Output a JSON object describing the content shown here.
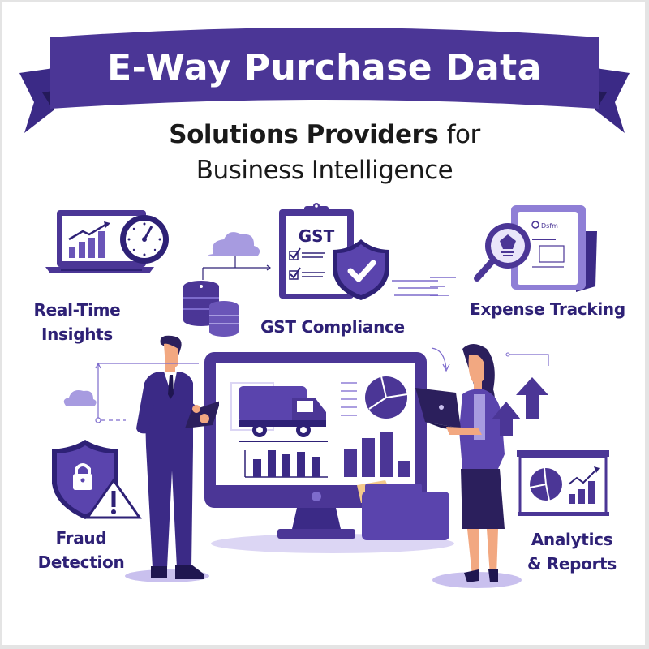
{
  "header": {
    "banner_title": "E-Way Purchase Data",
    "subtitle_bold": "Solutions Providers",
    "subtitle_light": "for",
    "subtitle_line2": "Business Intelligence"
  },
  "features": [
    {
      "label_line1": "Real-Time",
      "label_line2": "Insights",
      "icon": "laptop-chart-clock-icon"
    },
    {
      "label_line1": "GST Compliance",
      "label_line2": "",
      "icon": "gst-clipboard-shield-icon",
      "clipboard_text": "GST"
    },
    {
      "label_line1": "Expense Tracking",
      "label_line2": "",
      "icon": "magnifier-document-icon",
      "document_text": "Dsfm"
    },
    {
      "label_line1": "Fraud",
      "label_line2": "Detection",
      "icon": "shield-lock-warning-icon"
    },
    {
      "label_line1": "Analytics",
      "label_line2": "& Reports",
      "icon": "presentation-chart-icon"
    }
  ],
  "colors": {
    "primary": "#4b3696",
    "dark": "#2e2176",
    "navy": "#2b1f5c",
    "light": "#9b8fd6",
    "lighter": "#c9c0ee",
    "skin": "#f2a881",
    "folder_tan": "#f3c98b"
  }
}
